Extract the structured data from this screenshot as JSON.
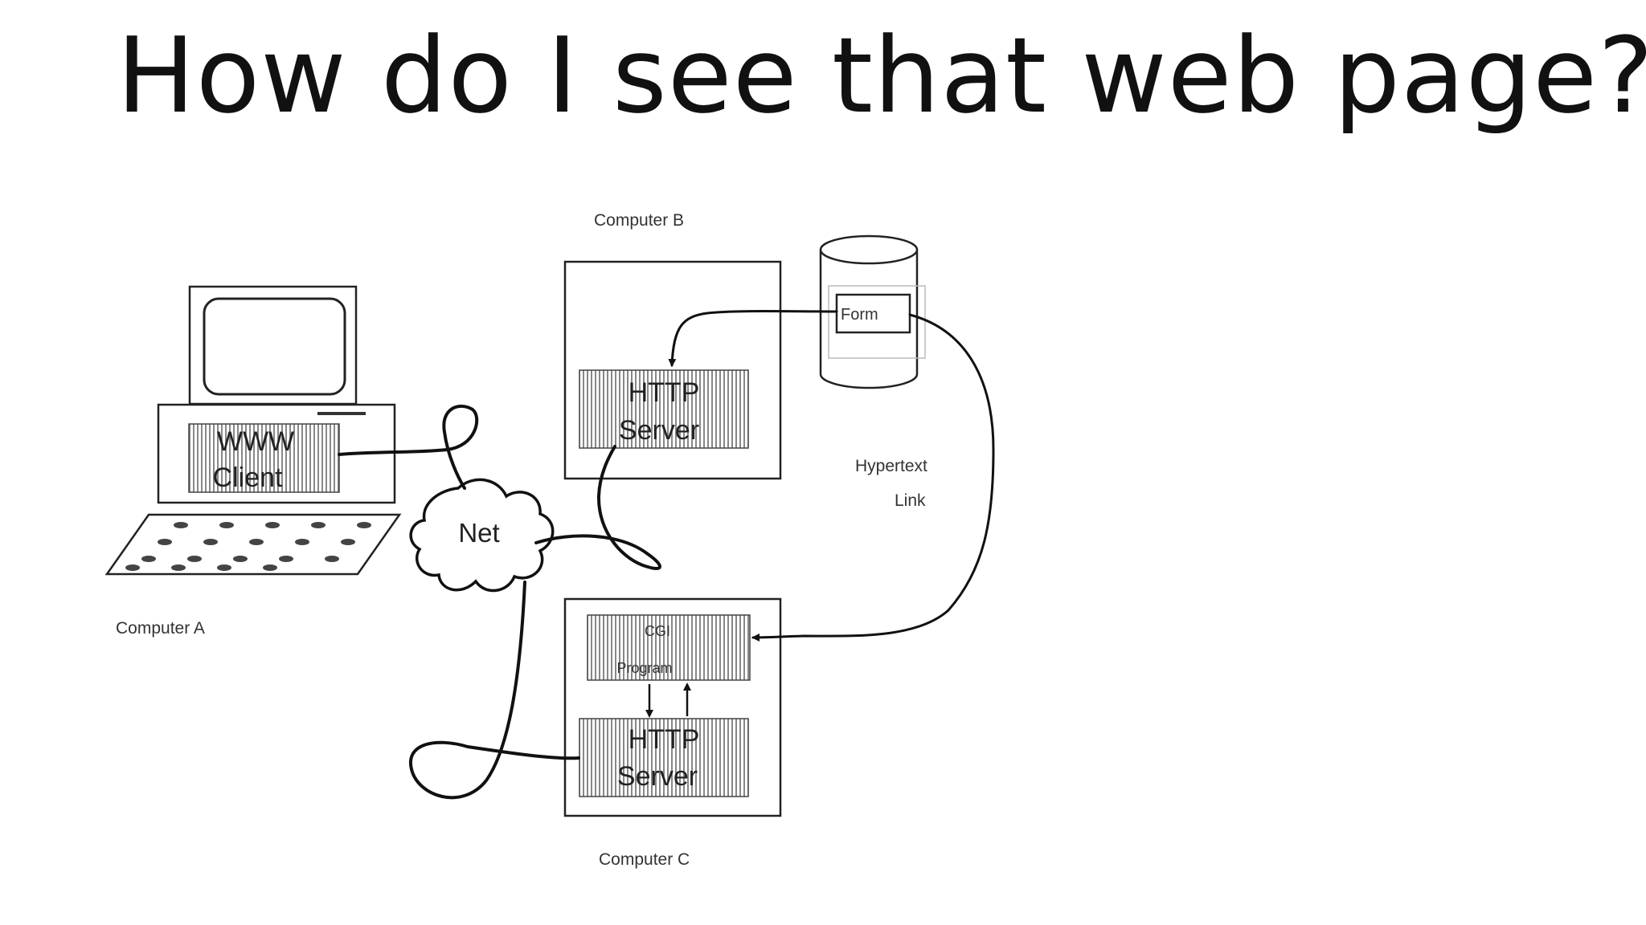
{
  "slide": {
    "title": "How do I see that web page?"
  },
  "diagram": {
    "computer_a": {
      "label": "Computer A",
      "client_line1": "WWW",
      "client_line2": "Client"
    },
    "net": {
      "label": "Net"
    },
    "computer_b": {
      "label": "Computer B",
      "server_line1": "HTTP",
      "server_line2": "Server"
    },
    "document": {
      "form_label": "Form"
    },
    "hypertext_link": {
      "line1": "Hypertext",
      "line2": "Link"
    },
    "computer_c": {
      "label": "Computer C",
      "cgi_line1": "CGI",
      "cgi_line2": "Program",
      "server_line1": "HTTP",
      "server_line2": "Server"
    }
  }
}
